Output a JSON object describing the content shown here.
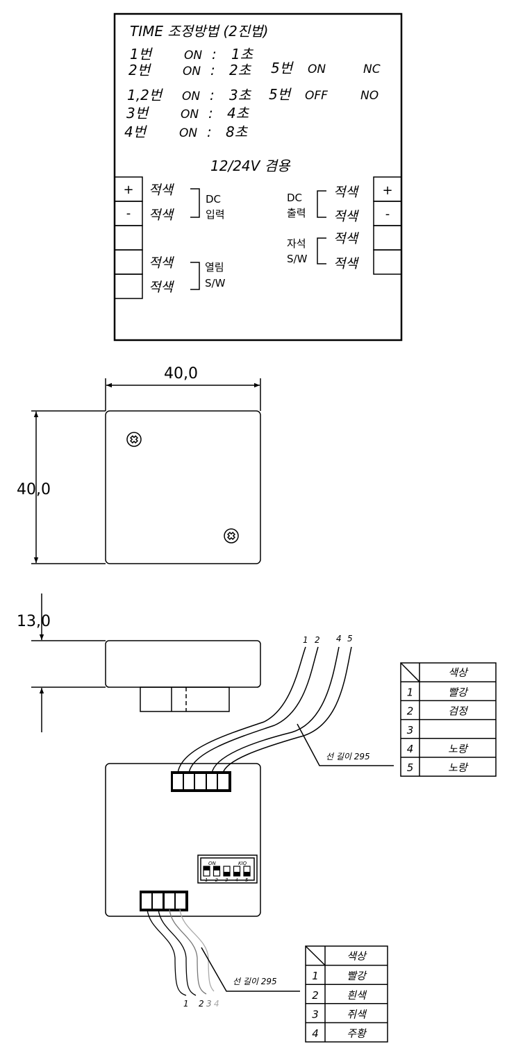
{
  "instruction_box": {
    "title": "TIME 조정방법 (2진법)",
    "timing_rows": [
      {
        "switch": "1번",
        "state": "ON",
        "sep": ":",
        "value": "1초"
      },
      {
        "switch": "2번",
        "state": "ON",
        "sep": ":",
        "value": "2초"
      },
      {
        "switch": "1,2번",
        "state": "ON",
        "sep": ":",
        "value": "3초"
      },
      {
        "switch": "3번",
        "state": "ON",
        "sep": ":",
        "value": "4초"
      },
      {
        "switch": "4번",
        "state": "ON",
        "sep": ":",
        "value": "8초"
      }
    ],
    "mode_rows": [
      {
        "switch": "5번",
        "state": "ON",
        "contact": "NC"
      },
      {
        "switch": "5번",
        "state": "OFF",
        "contact": "NO"
      }
    ],
    "voltage": "12/24V 겸용",
    "left_terminals": [
      "+",
      "-",
      "",
      "",
      ""
    ],
    "right_terminals": [
      "+",
      "-",
      "",
      ""
    ],
    "wire_color": "적색",
    "dc_input": [
      "DC",
      "입력"
    ],
    "open_sw": [
      "열림",
      "S/W"
    ],
    "dc_output": [
      "DC",
      "출력"
    ],
    "magnet_sw": [
      "자석",
      "S/W"
    ]
  },
  "dimensions": {
    "width": "40,0",
    "height": "40,0",
    "thickness": "13,0"
  },
  "dip_switch": {
    "on_label": "ON",
    "brand_label": "KIQ",
    "numbers": [
      "1",
      "2",
      "3",
      "4",
      "5"
    ],
    "states": [
      "on",
      "on",
      "off",
      "off",
      "off"
    ]
  },
  "top_wires": {
    "labels": [
      "1",
      "2",
      "4",
      "5"
    ],
    "length_label": "선 길이 295"
  },
  "bottom_wires": {
    "labels": [
      "1",
      "2",
      "3",
      "4"
    ],
    "length_label": "선 길이 295"
  },
  "table_top": {
    "header": "색상",
    "rows": [
      {
        "no": "1",
        "color": "빨강"
      },
      {
        "no": "2",
        "color": "검정"
      },
      {
        "no": "3",
        "color": ""
      },
      {
        "no": "4",
        "color": "노랑"
      },
      {
        "no": "5",
        "color": "노랑"
      }
    ]
  },
  "table_bottom": {
    "header": "색상",
    "rows": [
      {
        "no": "1",
        "color": "빨강"
      },
      {
        "no": "2",
        "color": "흰색"
      },
      {
        "no": "3",
        "color": "쥐색"
      },
      {
        "no": "4",
        "color": "주황"
      }
    ]
  }
}
